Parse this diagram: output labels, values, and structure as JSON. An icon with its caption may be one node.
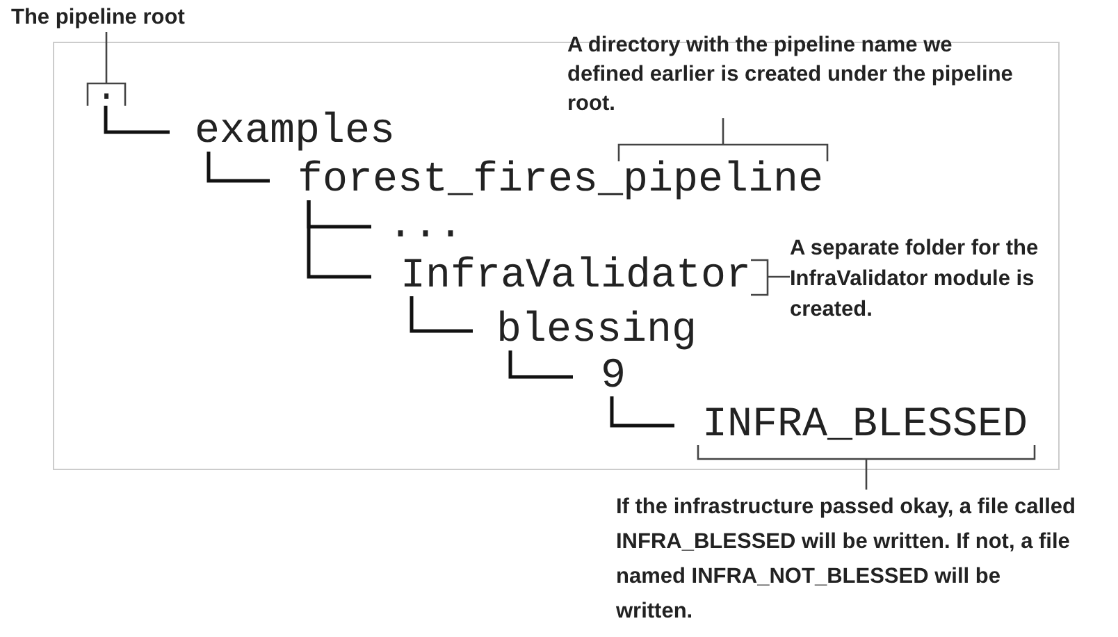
{
  "diagram": {
    "nodes": [
      {
        "text": [
          "The pipeline root"
        ]
      },
      {
        "text": [
          "A directory with the pipeline name we defined earlier is created under the pipeline root."
        ]
      },
      {
        "text": [
          "."
        ]
      },
      {
        "text": [
          "examples"
        ]
      },
      {
        "text": [
          "forest_fires_pipeline"
        ]
      },
      {
        "text": [
          "..."
        ]
      },
      {
        "text": [
          "InfraValidator"
        ]
      },
      {
        "text": [
          "A separate folder for the InfraValidator module is created."
        ]
      },
      {
        "text": [
          "blessing"
        ]
      },
      {
        "text": [
          "9"
        ]
      },
      {
        "text": [
          "INFRA_BLESSED"
        ]
      },
      {
        "text": [
          "If the infrastructure passed okay, a file called INFRA_BLESSED will be written. If not, a file named INFRA_NOT_BLESSED will be written."
        ]
      }
    ],
    "edges": [
      {
        "from": 2,
        "to": 3,
        "arrow": "none"
      },
      {
        "from": 3,
        "to": 4,
        "arrow": "none"
      },
      {
        "from": 4,
        "to": 5,
        "arrow": "none"
      },
      {
        "from": 4,
        "to": 6,
        "arrow": "none"
      },
      {
        "from": 6,
        "to": 8,
        "arrow": "none"
      },
      {
        "from": 8,
        "to": 9,
        "arrow": "none"
      },
      {
        "from": 9,
        "to": 10,
        "arrow": "none"
      },
      {
        "from": 0,
        "to": 2,
        "arrow": "none"
      },
      {
        "from": 1,
        "to": 4,
        "arrow": "none"
      },
      {
        "from": 7,
        "to": 6,
        "arrow": "none"
      },
      {
        "from": 11,
        "to": 10,
        "arrow": "none"
      }
    ]
  }
}
